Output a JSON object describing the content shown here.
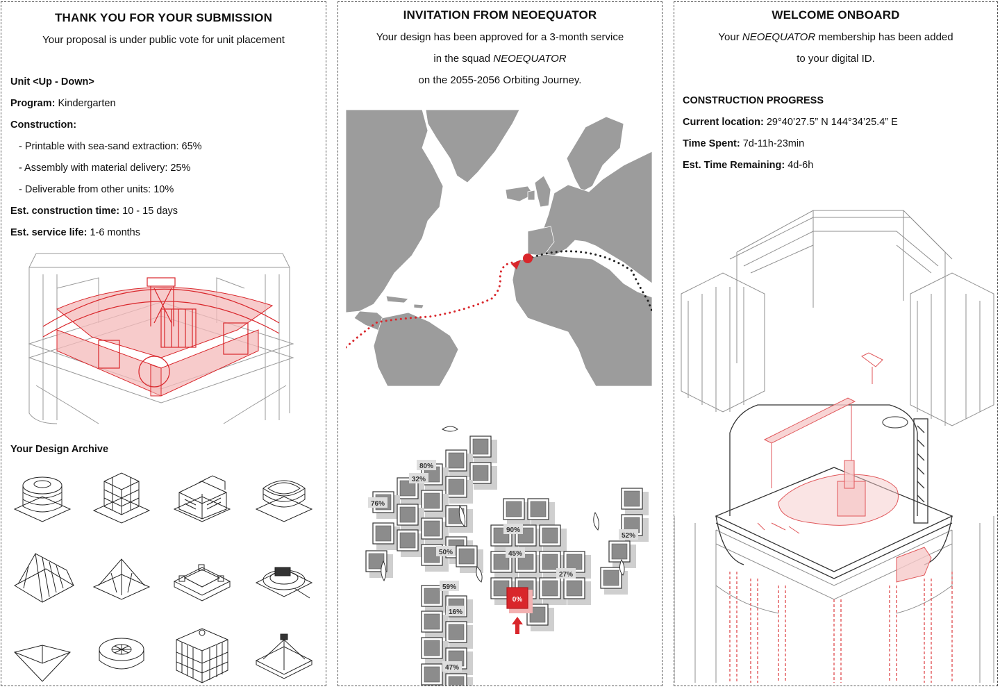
{
  "panel1": {
    "title": "THANK YOU FOR YOUR SUBMISSION",
    "subtitle": "Your proposal is under public vote for unit placement",
    "unit_label": "Unit <Up - Down>",
    "program_label": "Program:",
    "program_value": " Kindergarten",
    "construction_label": "Construction:",
    "construction_items": [
      "- Printable with sea-sand extraction: 65%",
      "- Assembly with material delivery: 25%",
      "- Deliverable from other units: 10%"
    ],
    "time_label": "Est. construction time:",
    "time_value": " 10 - 15 days",
    "life_label": "Est. service life:",
    "life_value": " 1-6 months",
    "archive_title": "Your Design Archive"
  },
  "panel2": {
    "title": "INVITATION FROM NEOEQUATOR",
    "line1": "Your design has been approved for a 3-month service",
    "line2_pre": "in the squad ",
    "line2_em": "NEOEQUATOR",
    "line3": "on the 2055-2056 Orbiting Journey.",
    "unit_percents": [
      "80%",
      "32%",
      "76%",
      "50%",
      "90%",
      "45%",
      "27%",
      "59%",
      "16%",
      "47%",
      "52%",
      "0%"
    ]
  },
  "panel3": {
    "title": "WELCOME ONBOARD",
    "line1_pre": "Your ",
    "line1_em": "NEOEQUATOR",
    "line1_post": " membership has been added",
    "line2": "to your digital ID.",
    "progress_title": "CONSTRUCTION PROGRESS",
    "location_label": "Current location:",
    "location_value": " 29°40’27.5” N 144°34’25.4” E",
    "spent_label": "Time Spent:",
    "spent_value": " 7d-11h-23min",
    "remaining_label": "Est. Time Remaining:",
    "remaining_value": " 4d-6h"
  },
  "colors": {
    "accent": "#d9262b",
    "accent_light": "#f6c9c9",
    "land": "#999999",
    "tile": "#8c8c8c"
  }
}
